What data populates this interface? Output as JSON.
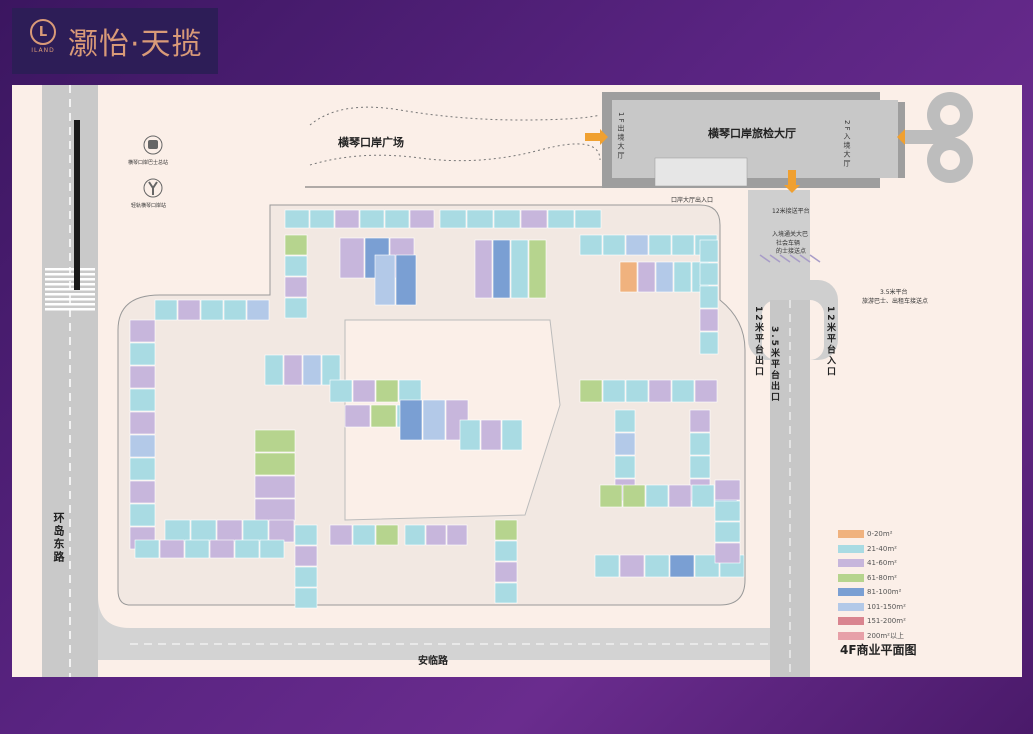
{
  "brand": {
    "logo_letters": "ILAND",
    "logo_mark": "L",
    "name": "灏怡·天揽"
  },
  "map": {
    "plaza": "横琴口岸广场",
    "hall": "横琴口岸旅检大厅",
    "hall_left": "1F出境大厅",
    "hall_right": "2F入境大厅",
    "hall_entrance": "口岸大厅出入口",
    "platform_12m": "12米接送平台",
    "bus_note_1": "入境通关大巴",
    "bus_note_2": "社会车辆",
    "bus_note_3": "的士接送点",
    "platform_35": "3.5米平台",
    "platform_35_note": "旅游巴士、出租车接送点",
    "exit_12": "12米平台出口",
    "exit_35": "3.5米平台出口",
    "entry_12": "12米平台入口",
    "road_west": "环岛东路",
    "road_south": "安临路",
    "bus_station": "横琴口岸巴士总站",
    "metro_station": "轻轨横琴口岸站",
    "icons": [
      "bus-icon",
      "metro-icon"
    ]
  },
  "legend": {
    "items": [
      {
        "label": "0-20m²",
        "color": "#f0b27e"
      },
      {
        "label": "21-40m²",
        "color": "#a9dbe3"
      },
      {
        "label": "41-60m²",
        "color": "#c7b6dc"
      },
      {
        "label": "61-80m²",
        "color": "#b6d48e"
      },
      {
        "label": "81-100m²",
        "color": "#7a9fd3"
      },
      {
        "label": "101-150m²",
        "color": "#b3c9e8"
      },
      {
        "label": "151-200m²",
        "color": "#d9848f"
      },
      {
        "label": "200m²以上",
        "color": "#e7a0a8"
      }
    ],
    "title": "4F商业平面图"
  }
}
